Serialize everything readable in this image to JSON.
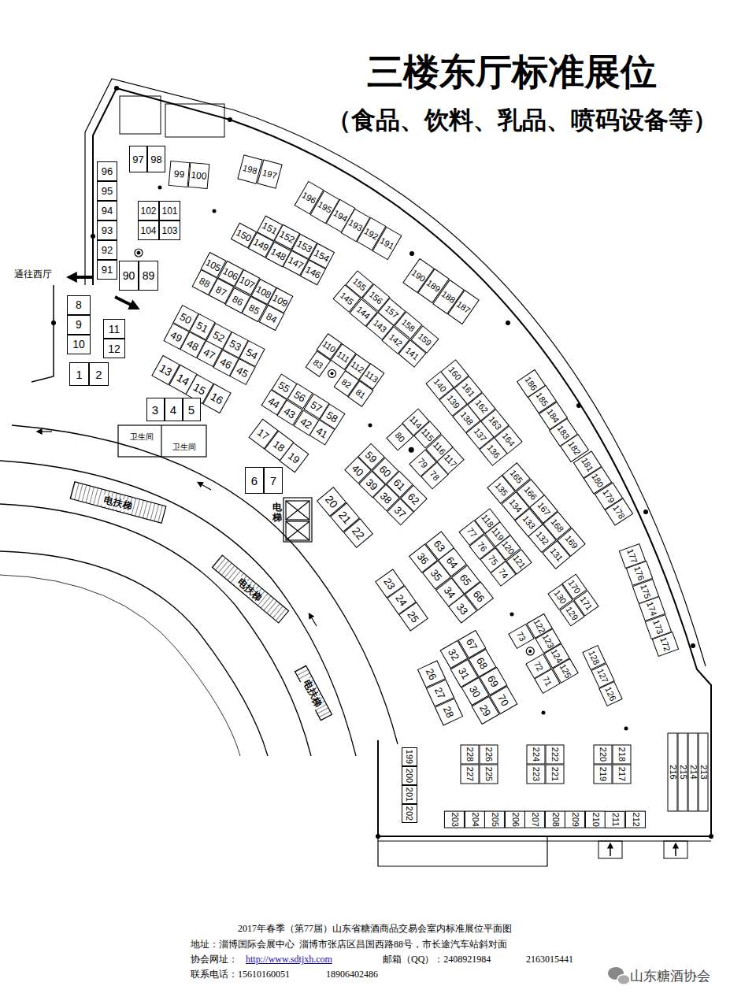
{
  "diagram": {
    "title": "三楼东厅标准展位",
    "caption": "2017年春季（第77届）山东省糖酒商品交易会室内标准展位平面图",
    "nodes": [
      {
        "text": [
          "97"
        ]
      },
      {
        "text": [
          "98"
        ]
      },
      {
        "text": [
          "99"
        ]
      },
      {
        "text": [
          "100"
        ]
      },
      {
        "text": [
          "198"
        ]
      },
      {
        "text": [
          "197"
        ]
      },
      {
        "text": [
          "96"
        ]
      },
      {
        "text": [
          "95"
        ]
      },
      {
        "text": [
          "94"
        ]
      },
      {
        "text": [
          "93"
        ]
      },
      {
        "text": [
          "92"
        ]
      },
      {
        "text": [
          "91"
        ]
      },
      {
        "text": [
          "196"
        ]
      },
      {
        "text": [
          "195"
        ]
      },
      {
        "text": [
          "194"
        ]
      },
      {
        "text": [
          "193"
        ]
      },
      {
        "text": [
          "192"
        ]
      },
      {
        "text": [
          "191"
        ]
      },
      {
        "text": [
          "102"
        ]
      },
      {
        "text": [
          "101"
        ]
      },
      {
        "text": [
          "104"
        ]
      },
      {
        "text": [
          "103"
        ]
      },
      {
        "text": [
          "151"
        ]
      },
      {
        "text": [
          "152"
        ]
      },
      {
        "text": [
          "153"
        ]
      },
      {
        "text": [
          "154"
        ]
      },
      {
        "text": [
          "150"
        ]
      },
      {
        "text": [
          "149"
        ]
      },
      {
        "text": [
          "148"
        ]
      },
      {
        "text": [
          "147"
        ]
      },
      {
        "text": [
          "146"
        ]
      },
      {
        "text": [
          "90"
        ]
      },
      {
        "text": [
          "89"
        ]
      },
      {
        "text": [
          "105"
        ]
      },
      {
        "text": [
          "106"
        ]
      },
      {
        "text": [
          "107"
        ]
      },
      {
        "text": [
          "108"
        ]
      },
      {
        "text": [
          "109"
        ]
      },
      {
        "text": [
          "88"
        ]
      },
      {
        "text": [
          "87"
        ]
      },
      {
        "text": [
          "86"
        ]
      },
      {
        "text": [
          "85"
        ]
      },
      {
        "text": [
          "84"
        ]
      },
      {
        "text": [
          "155"
        ]
      },
      {
        "text": [
          "156"
        ]
      },
      {
        "text": [
          "157"
        ]
      },
      {
        "text": [
          "158"
        ]
      },
      {
        "text": [
          "159"
        ]
      },
      {
        "text": [
          "145"
        ]
      },
      {
        "text": [
          "144"
        ]
      },
      {
        "text": [
          "143"
        ]
      },
      {
        "text": [
          "142"
        ]
      },
      {
        "text": [
          "141"
        ]
      },
      {
        "text": [
          "190"
        ]
      },
      {
        "text": [
          "189"
        ]
      },
      {
        "text": [
          "188"
        ]
      },
      {
        "text": [
          "187"
        ]
      },
      {
        "text": [
          "8"
        ]
      },
      {
        "text": [
          "9"
        ]
      },
      {
        "text": [
          "10"
        ]
      },
      {
        "text": [
          "11"
        ]
      },
      {
        "text": [
          "12"
        ]
      },
      {
        "text": [
          "50"
        ]
      },
      {
        "text": [
          "51"
        ]
      },
      {
        "text": [
          "52"
        ]
      },
      {
        "text": [
          "53"
        ]
      },
      {
        "text": [
          "54"
        ]
      },
      {
        "text": [
          "49"
        ]
      },
      {
        "text": [
          "48"
        ]
      },
      {
        "text": [
          "47"
        ]
      },
      {
        "text": [
          "46"
        ]
      },
      {
        "text": [
          "45"
        ]
      },
      {
        "text": [
          "110"
        ]
      },
      {
        "text": [
          "111"
        ]
      },
      {
        "text": [
          "112"
        ]
      },
      {
        "text": [
          "113"
        ]
      },
      {
        "text": [
          "83"
        ]
      },
      {
        "text": [
          "82"
        ]
      },
      {
        "text": [
          "81"
        ]
      },
      {
        "text": [
          "1"
        ]
      },
      {
        "text": [
          "2"
        ]
      },
      {
        "text": [
          "13"
        ]
      },
      {
        "text": [
          "14"
        ]
      },
      {
        "text": [
          "15"
        ]
      },
      {
        "text": [
          "16"
        ]
      },
      {
        "text": [
          "160"
        ]
      },
      {
        "text": [
          "161"
        ]
      },
      {
        "text": [
          "162"
        ]
      },
      {
        "text": [
          "163"
        ]
      },
      {
        "text": [
          "164"
        ]
      },
      {
        "text": [
          "140"
        ]
      },
      {
        "text": [
          "139"
        ]
      },
      {
        "text": [
          "138"
        ]
      },
      {
        "text": [
          "137"
        ]
      },
      {
        "text": [
          "136"
        ]
      },
      {
        "text": [
          "186"
        ]
      },
      {
        "text": [
          "185"
        ]
      },
      {
        "text": [
          "184"
        ]
      },
      {
        "text": [
          "183"
        ]
      },
      {
        "text": [
          "182"
        ]
      },
      {
        "text": [
          "55"
        ]
      },
      {
        "text": [
          "56"
        ]
      },
      {
        "text": [
          "57"
        ]
      },
      {
        "text": [
          "58"
        ]
      },
      {
        "text": [
          "44"
        ]
      },
      {
        "text": [
          "43"
        ]
      },
      {
        "text": [
          "42"
        ]
      },
      {
        "text": [
          "41"
        ]
      },
      {
        "text": [
          "3"
        ]
      },
      {
        "text": [
          "4"
        ]
      },
      {
        "text": [
          "5"
        ]
      },
      {
        "text": [
          "17"
        ]
      },
      {
        "text": [
          "18"
        ]
      },
      {
        "text": [
          "19"
        ]
      },
      {
        "text": [
          "114"
        ]
      },
      {
        "text": [
          "115"
        ]
      },
      {
        "text": [
          "116"
        ]
      },
      {
        "text": [
          "117"
        ]
      },
      {
        "text": [
          "80"
        ]
      },
      {
        "text": [
          "79"
        ]
      },
      {
        "text": [
          "78"
        ]
      },
      {
        "text": [
          "6"
        ]
      },
      {
        "text": [
          "7"
        ]
      },
      {
        "text": [
          "59"
        ]
      },
      {
        "text": [
          "60"
        ]
      },
      {
        "text": [
          "61"
        ]
      },
      {
        "text": [
          "62"
        ]
      },
      {
        "text": [
          "40"
        ]
      },
      {
        "text": [
          "39"
        ]
      },
      {
        "text": [
          "38"
        ]
      },
      {
        "text": [
          "37"
        ]
      },
      {
        "text": [
          "181"
        ]
      },
      {
        "text": [
          "180"
        ]
      },
      {
        "text": [
          "179"
        ]
      },
      {
        "text": [
          "178"
        ]
      },
      {
        "text": [
          "165"
        ]
      },
      {
        "text": [
          "166"
        ]
      },
      {
        "text": [
          "167"
        ]
      },
      {
        "text": [
          "168"
        ]
      },
      {
        "text": [
          "169"
        ]
      },
      {
        "text": [
          "135"
        ]
      },
      {
        "text": [
          "134"
        ]
      },
      {
        "text": [
          "133"
        ]
      },
      {
        "text": [
          "132"
        ]
      },
      {
        "text": [
          "131"
        ]
      },
      {
        "text": [
          "20"
        ]
      },
      {
        "text": [
          "21"
        ]
      },
      {
        "text": [
          "22"
        ]
      },
      {
        "text": [
          "118"
        ]
      },
      {
        "text": [
          "119"
        ]
      },
      {
        "text": [
          "120"
        ]
      },
      {
        "text": [
          "121"
        ]
      },
      {
        "text": [
          "77"
        ]
      },
      {
        "text": [
          "76"
        ]
      },
      {
        "text": [
          "75"
        ]
      },
      {
        "text": [
          "74"
        ]
      },
      {
        "text": [
          "63"
        ]
      },
      {
        "text": [
          "64"
        ]
      },
      {
        "text": [
          "65"
        ]
      },
      {
        "text": [
          "66"
        ]
      },
      {
        "text": [
          "36"
        ]
      },
      {
        "text": [
          "35"
        ]
      },
      {
        "text": [
          "34"
        ]
      },
      {
        "text": [
          "33"
        ]
      },
      {
        "text": [
          "177"
        ]
      },
      {
        "text": [
          "176"
        ]
      },
      {
        "text": [
          "175"
        ]
      },
      {
        "text": [
          "174"
        ]
      },
      {
        "text": [
          "173"
        ]
      },
      {
        "text": [
          "172"
        ]
      },
      {
        "text": [
          "23"
        ]
      },
      {
        "text": [
          "24"
        ]
      },
      {
        "text": [
          "25"
        ]
      },
      {
        "text": [
          "170"
        ]
      },
      {
        "text": [
          "171"
        ]
      },
      {
        "text": [
          "130"
        ]
      },
      {
        "text": [
          "129"
        ]
      },
      {
        "text": [
          "122"
        ]
      },
      {
        "text": [
          "123"
        ]
      },
      {
        "text": [
          "124"
        ]
      },
      {
        "text": [
          "125"
        ]
      },
      {
        "text": [
          "73"
        ]
      },
      {
        "text": [
          "72"
        ]
      },
      {
        "text": [
          "71"
        ]
      },
      {
        "text": [
          "128"
        ]
      },
      {
        "text": [
          "127"
        ]
      },
      {
        "text": [
          "126"
        ]
      },
      {
        "text": [
          "67"
        ]
      },
      {
        "text": [
          "68"
        ]
      },
      {
        "text": [
          "69"
        ]
      },
      {
        "text": [
          "70"
        ]
      },
      {
        "text": [
          "32"
        ]
      },
      {
        "text": [
          "31"
        ]
      },
      {
        "text": [
          "30"
        ]
      },
      {
        "text": [
          "29"
        ]
      },
      {
        "text": [
          "26"
        ]
      },
      {
        "text": [
          "27"
        ]
      },
      {
        "text": [
          "28"
        ]
      },
      {
        "text": [
          "216"
        ]
      },
      {
        "text": [
          "215"
        ]
      },
      {
        "text": [
          "214"
        ]
      },
      {
        "text": [
          "213"
        ]
      },
      {
        "text": [
          "228"
        ]
      },
      {
        "text": [
          "227"
        ]
      },
      {
        "text": [
          "226"
        ]
      },
      {
        "text": [
          "225"
        ]
      },
      {
        "text": [
          "224"
        ]
      },
      {
        "text": [
          "223"
        ]
      },
      {
        "text": [
          "222"
        ]
      },
      {
        "text": [
          "221"
        ]
      },
      {
        "text": [
          "220"
        ]
      },
      {
        "text": [
          "219"
        ]
      },
      {
        "text": [
          "218"
        ]
      },
      {
        "text": [
          "217"
        ]
      },
      {
        "text": [
          "199"
        ]
      },
      {
        "text": [
          "200"
        ]
      },
      {
        "text": [
          "201"
        ]
      },
      {
        "text": [
          "202"
        ]
      },
      {
        "text": [
          "203"
        ]
      },
      {
        "text": [
          "204"
        ]
      },
      {
        "text": [
          "205"
        ]
      },
      {
        "text": [
          "206"
        ]
      },
      {
        "text": [
          "207"
        ]
      },
      {
        "text": [
          "208"
        ]
      },
      {
        "text": [
          "209"
        ]
      },
      {
        "text": [
          "210"
        ]
      },
      {
        "text": [
          "211"
        ]
      },
      {
        "text": [
          "212"
        ]
      }
    ],
    "labels": [
      "（食品、饮料、乳品、喷码设备等）",
      "通往西厅",
      "卫生间",
      "卫生间",
      "电扶梯",
      "电扶梯",
      "电扶梯",
      "电梯",
      "地址：淄博国际会展中心  淄博市张店区昌国西路88号，市长途汽车站斜对面",
      "协会网址：",
      "http://www.sdtjxh.com",
      "邮箱（QQ）：2408921984",
      "2163015441",
      "联系电话：15610160051",
      "18906402486",
      "山东糖酒协会"
    ]
  }
}
